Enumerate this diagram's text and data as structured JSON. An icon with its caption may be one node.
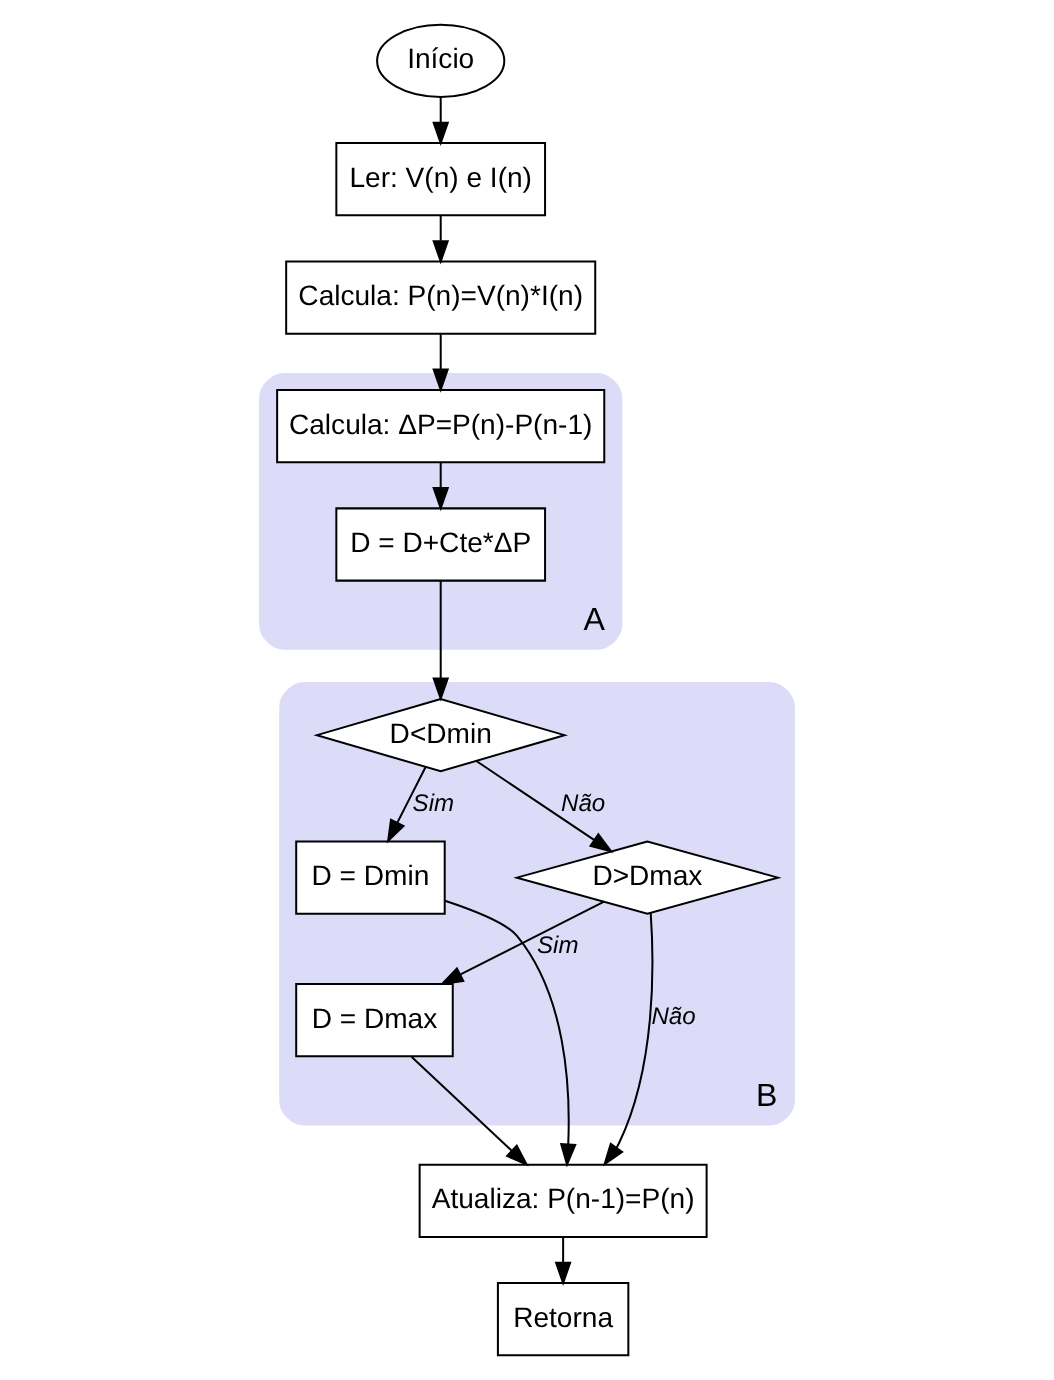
{
  "diagram": {
    "nodes": [
      {
        "text": [
          "Início"
        ]
      },
      {
        "text": [
          "Ler: V(n) e I(n)"
        ]
      },
      {
        "text": [
          "Calcula: P(n)=V(n)*I(n)"
        ]
      },
      {
        "text": [
          "A"
        ]
      },
      {
        "text": [
          "Calcula: ΔP=P(n)-P(n-1)"
        ],
        "in": 3
      },
      {
        "text": [
          "D = D+Cte*ΔP"
        ],
        "in": 3
      },
      {
        "text": [
          "B"
        ]
      },
      {
        "text": [
          "D<Dmin"
        ],
        "in": 6
      },
      {
        "text": [
          "D = Dmin"
        ],
        "in": 6
      },
      {
        "text": [
          "D>Dmax"
        ],
        "in": 6
      },
      {
        "text": [
          "D = Dmax"
        ],
        "in": 6
      },
      {
        "text": [
          "Atualiza: P(n-1)=P(n)"
        ]
      },
      {
        "text": [
          "Retorna"
        ]
      }
    ],
    "edges": [
      {
        "from": 0,
        "to": 1,
        "arrow": "to"
      },
      {
        "from": 1,
        "to": 2,
        "arrow": "to"
      },
      {
        "from": 2,
        "to": 4,
        "arrow": "to"
      },
      {
        "from": 4,
        "to": 5,
        "arrow": "to"
      },
      {
        "from": 5,
        "to": 7,
        "arrow": "to"
      },
      {
        "from": 7,
        "to": 8,
        "arrow": "to",
        "label": "Sim"
      },
      {
        "from": 7,
        "to": 9,
        "arrow": "to",
        "label": "Não"
      },
      {
        "from": 9,
        "to": 10,
        "arrow": "to",
        "label": "Sim"
      },
      {
        "from": 9,
        "to": 11,
        "arrow": "to",
        "label": "Não"
      },
      {
        "from": 10,
        "to": 11,
        "arrow": "to"
      },
      {
        "from": 8,
        "to": 11,
        "arrow": "to"
      },
      {
        "from": 11,
        "to": 12,
        "arrow": "to"
      }
    ]
  }
}
